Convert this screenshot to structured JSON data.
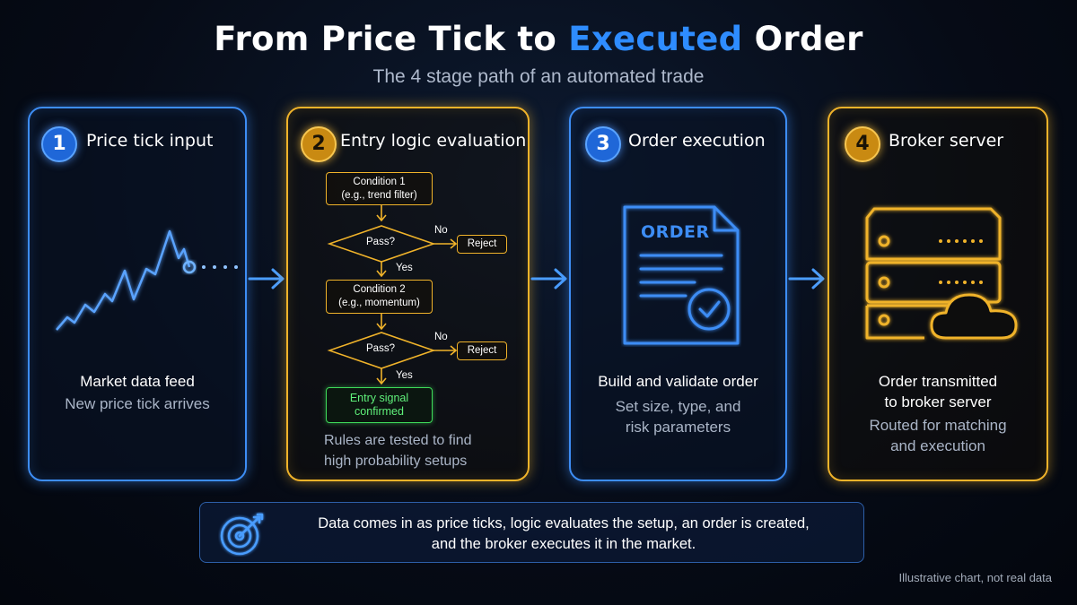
{
  "header": {
    "title_pre": "From Price Tick to ",
    "title_highlight": "Executed",
    "title_post": " Order",
    "subtitle": "The 4 stage path of an automated trade"
  },
  "colors": {
    "blue_accent": "#3d8df5",
    "gold_accent": "#f0b32a",
    "green_signal": "#3fdc5a",
    "title_highlight": "#2e8cff"
  },
  "stages": [
    {
      "number": "1",
      "title": "Price tick input",
      "icon": "price-chart-icon",
      "caption_main": [
        "Market data feed"
      ],
      "caption_sub": [
        "New price tick arrives"
      ]
    },
    {
      "number": "2",
      "title": "Entry logic evaluation",
      "icon": "flowchart",
      "flow": {
        "condition1": [
          "Condition 1",
          "(e.g., trend filter)"
        ],
        "condition2": [
          "Condition 2",
          "(e.g., momentum)"
        ],
        "decision": "Pass?",
        "no_label": "No",
        "yes_label": "Yes",
        "reject": "Reject",
        "signal": [
          "Entry signal",
          "confirmed"
        ]
      },
      "caption_sub": [
        "Rules are tested to find",
        "high probability setups"
      ]
    },
    {
      "number": "3",
      "title": "Order execution",
      "icon": "order-document-icon",
      "doc_label": "ORDER",
      "caption_main": [
        "Build and validate order"
      ],
      "caption_sub": [
        "Set size, type, and",
        "risk parameters"
      ]
    },
    {
      "number": "4",
      "title": "Broker server",
      "icon": "server-cloud-icon",
      "caption_main": [
        "Order transmitted",
        "to broker server"
      ],
      "caption_sub": [
        "Routed for matching",
        "and execution"
      ]
    }
  ],
  "footer": {
    "icon": "target-icon",
    "lines": [
      "Data comes in as price ticks, logic evaluates the setup, an order is created,",
      "and the broker executes it in the market."
    ]
  },
  "disclaimer": "Illustrative chart, not real data"
}
